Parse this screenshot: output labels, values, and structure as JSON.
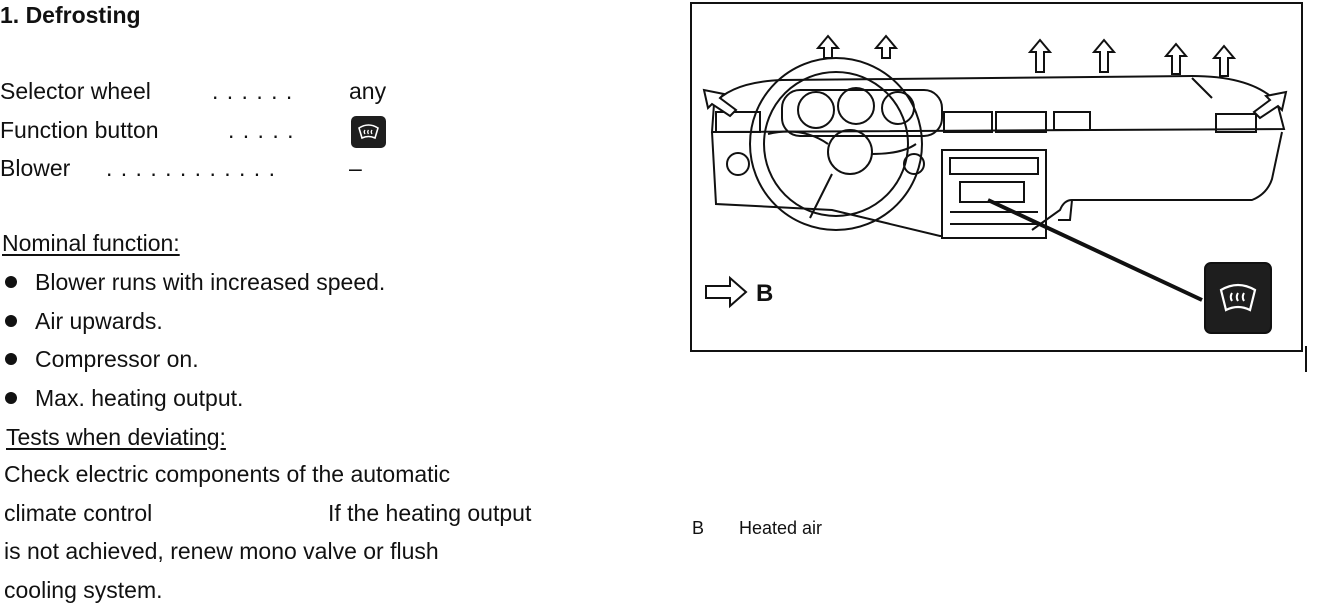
{
  "section_title": "1. Defrosting",
  "settings": [
    {
      "label": "Selector wheel",
      "dots": ". . . . . .",
      "value": "any"
    },
    {
      "label": "Function button",
      "dots": ". . . . .",
      "value": "",
      "icon": "defrost-icon"
    },
    {
      "label": "Blower",
      "dots": ". . . . . . . . . . . .",
      "value": "–"
    }
  ],
  "nominal": {
    "heading": "Nominal function:",
    "items": [
      "Blower runs with increased speed.",
      "Air upwards.",
      "Compressor on.",
      "Max. heating output."
    ]
  },
  "tests": {
    "heading": "Tests when deviating:",
    "lines": [
      "Check electric components of the automatic",
      "climate control",
      "If the heating output",
      "is not achieved, renew mono valve or flush",
      "cooling system."
    ]
  },
  "figure": {
    "arrow_label": "B",
    "button_icon": "defrost-icon"
  },
  "legend": {
    "key": "B",
    "text": "Heated air"
  }
}
